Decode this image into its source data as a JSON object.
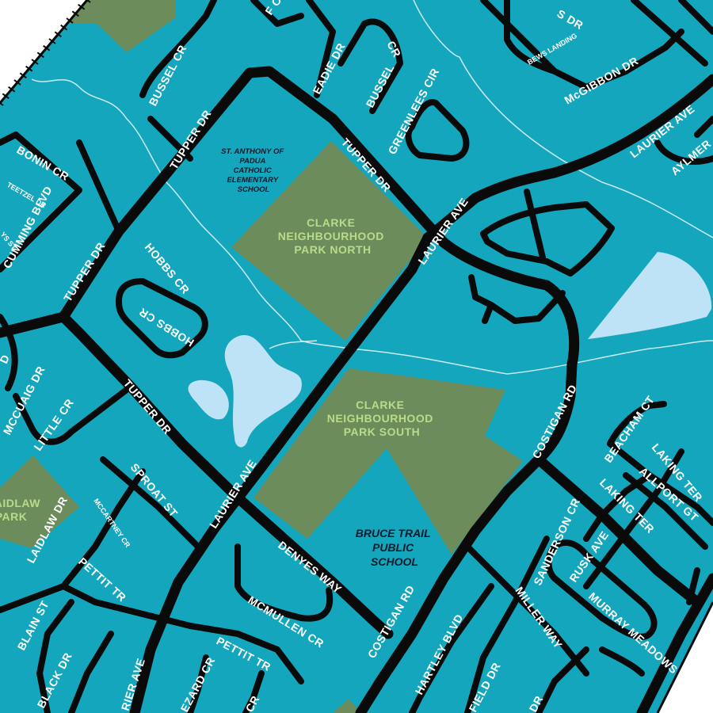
{
  "colors": {
    "land": "#13a6bc",
    "park": "#6c8c5c",
    "water": "#bfe3f6",
    "road": "#0a0a0a",
    "road_label": "#ffffff",
    "park_label": "#b8dc8a",
    "school_label": "#0a1a2a",
    "creek": "#cdebf2",
    "outside": "#ffffff"
  },
  "parks": [
    {
      "name_lines": [
        "CLARKE",
        "NEIGHBOURHOOD",
        "PARK NORTH"
      ]
    },
    {
      "name_lines": [
        "CLARKE",
        "NEIGHBOURHOOD",
        "PARK SOUTH"
      ]
    },
    {
      "name_lines": [
        "AIDLAW",
        "PARK"
      ]
    }
  ],
  "schools": [
    {
      "name_lines": [
        "ST. ANTHONY OF",
        "PADUA",
        "CATHOLIC",
        "ELEMENTARY",
        "SCHOOL"
      ]
    },
    {
      "name_lines": [
        "BRUCE TRAIL",
        "PUBLIC",
        "SCHOOL"
      ]
    }
  ],
  "streets": {
    "tupper_dr": "TUPPER DR",
    "laurier_ave": "LAURIER AVE",
    "rier_ave": "RIER AVE",
    "costigan_rd": "COSTIGAN RD",
    "bussel_cr": "BUSSEL CR",
    "bussel": "BUSSEL",
    "cr": "CR",
    "f_cr": "F CR",
    "eadie_dr": "EADIE DR",
    "greenlees_cir": "GREENLEES CIR",
    "s_dr": "S DR",
    "bews_landing": "BEWS LANDING",
    "mcgibbon_dr": "McGIBBON DR",
    "aylmer": "AYLMER",
    "bonin_cr": "BONIN CR",
    "teetzel_dr": "TEETZEL DR",
    "cumming_blvd": "CUMMING BLVD",
    "ys_st": "YS ST",
    "hobbs_cr": "HOBBS CR",
    "mccuaig_dr": "MCCUAIG DR",
    "little_cr": "LITTLE CR",
    "d": "D",
    "sproat_st": "SPROAT ST",
    "mccartney_cr": "MCCARTNEY CR",
    "laidlaw_dr": "LAIDLAW DR",
    "pettit_tr": "PETTIT TR",
    "blain_st": "BLAIN ST",
    "black_dr": "BLACK DR",
    "ezard_cr": "EZARD CR",
    "denyes_way": "DENYES WAY",
    "mcmullen_cr": "MCMULLEN CR",
    "hartley_blvd": "HARTLEY BLVD",
    "field_dr": "FIELD DR",
    "miller_way": "MILLER WAY",
    "dr_cut": "DR",
    "beacham_ct": "BEACHAM CT",
    "laking_ter": "LAKING TER",
    "laking_ter2": "LAKING TER",
    "allport_gt": "ALLPORT GT",
    "sanderson_cr": "SANDERSON CR",
    "rusk_ave": "RUSK AVE",
    "murray_meadows_pl": "MURRAY MEADOWS PL"
  }
}
